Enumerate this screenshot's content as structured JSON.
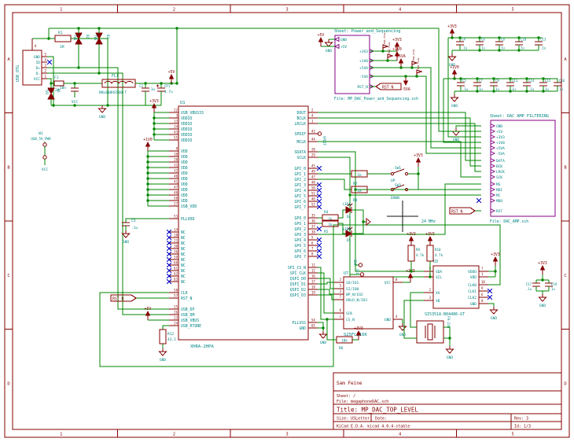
{
  "app": {
    "name": "KiCad eeschema schematic sheet"
  },
  "colors": {
    "wire": "#008400",
    "component": "#840000",
    "pin_name": "#008484",
    "pin_number": "#840000",
    "field": "#008484",
    "sheet": "#840084",
    "label": "#008484",
    "global_label": "#840000",
    "noconnect": "#0000C4",
    "frame": "#840000",
    "background": "#FFFFFF",
    "crosshair": "#101010"
  },
  "frame": {
    "cols": [
      "1",
      "2",
      "3",
      "4",
      "5"
    ],
    "rows": [
      "A",
      "B",
      "C",
      "D"
    ]
  },
  "title_block": {
    "author": "Sam Feine",
    "sheet_line": "Sheet: /",
    "file_line": "File: megaphoneDAC.sch",
    "title_line": "Title: MP_DAC_TOP_LEVEL",
    "size_label": "Size: USLetter",
    "date_label": "Date:",
    "rev_label": "Rev: 3",
    "id_label": "Id: 1/3",
    "tool_label": "KiCad E.D.A.  kicad 4.0.4-stable"
  },
  "power": {
    "p3v3": "+3V3",
    "p1v0": "+1V0",
    "p5v": "+5V",
    "p5va": "+5VA",
    "n5va": "-5VA",
    "vcc": "VCC",
    "gnd": "GND",
    "pwr_flag": "PWR_FLAG"
  },
  "labels": {
    "rst_n": "RST_N",
    "usb_pwr": "USB_5V_PWR",
    "mhz": "24 MHz",
    "spdif": "SPDIF",
    "sda": "SDA",
    "scl": "SCL",
    "up": "UP",
    "down": "DOWN",
    "leda": "LEDA",
    "ledb": "LEDB"
  },
  "usb_conn": {
    "value": "USB_OTG",
    "pins": [
      [
        "5",
        "GND"
      ],
      [
        "4",
        "ID"
      ],
      [
        "3",
        "D+"
      ],
      [
        "2",
        "D-"
      ],
      [
        "1",
        "VCC"
      ]
    ],
    "shield_num": "6"
  },
  "parts": {
    "r1": {
      "ref": "R1",
      "value": "1M"
    },
    "f1": {
      "ref": "F1",
      "value": "2A"
    },
    "fl1": {
      "ref": "FL1",
      "value": "BKL608HS500-T"
    },
    "c1": {
      "ref": "C1",
      "value": "10n"
    },
    "c2": {
      "ref": "C2",
      "value": ".1u"
    },
    "cp1": {
      "ref": "CP1",
      "value": "4.7u"
    },
    "c3": {
      "ref": "C3",
      "value": ".1u"
    },
    "d1": {
      "ref": "D1",
      "value": "TVS"
    },
    "d2": {
      "ref": "D2",
      "value": "TVS"
    },
    "d3": {
      "ref": "D3",
      "value": "TVS"
    },
    "d4": {
      "ref": "D4"
    },
    "d5": {
      "ref": "D5"
    },
    "r4": {
      "ref": "R4",
      "value": "1k"
    },
    "r5": {
      "ref": "R5",
      "value": "1k"
    },
    "r6": {
      "ref": "R6",
      "value": "10k"
    },
    "r7": {
      "ref": "R7",
      "value": "1k"
    },
    "r8": {
      "ref": "R8",
      "value": "1k"
    },
    "r9": {
      "ref": "R9",
      "value": "4.7k"
    },
    "r10": {
      "ref": "R10",
      "value": "4.7k"
    },
    "r12": {
      "ref": "R12",
      "value": "43.2"
    },
    "sw1": {
      "ref": "SW1"
    },
    "sw2": {
      "ref": "SW2"
    },
    "w1": {
      "ref": "W1"
    },
    "y1": {
      "value": "FA-238"
    },
    "c17": {
      "ref": "C17",
      "value": ".1u"
    },
    "c19": {
      "ref": "C19",
      "value": "1u"
    }
  },
  "u1": {
    "ref": "U1",
    "value": "XHRA-2HPA",
    "left": [
      [
        [
          "22",
          "USB_VBUS33"
        ],
        [
          "3",
          "VDDIO"
        ],
        [
          "13",
          "VDDIO"
        ],
        [
          "34",
          "VDDIO"
        ],
        [
          "43",
          "VDDIO"
        ],
        [
          "55",
          "VDDIO"
        ]
      ],
      [
        [
          "9",
          "VDD"
        ],
        [
          "10",
          "VDD"
        ],
        [
          "20",
          "VDD"
        ],
        [
          "31",
          "VDD"
        ],
        [
          "32",
          "VDD"
        ],
        [
          "40",
          "VDD"
        ],
        [
          "41",
          "VDD"
        ],
        [
          "47",
          "VDD"
        ],
        [
          "48",
          "VDD"
        ],
        [
          "50",
          "VDD"
        ],
        [
          "27",
          "USB_VDD"
        ]
      ],
      [
        [
          "53",
          "PLLVDD"
        ]
      ],
      [
        [
          "14",
          "NC",
          "x"
        ],
        [
          "18",
          "NC",
          "x"
        ],
        [
          "21",
          "NC",
          "x"
        ],
        [
          "30",
          "NC",
          "x"
        ],
        [
          "36",
          "NC",
          "x"
        ],
        [
          "59",
          "NC",
          "x"
        ],
        [
          "60",
          "NC",
          "x"
        ],
        [
          "61",
          "NC",
          "x"
        ],
        [
          "62",
          "NC",
          "x"
        ],
        [
          "63",
          "NC",
          "x"
        ]
      ],
      [
        [
          "58",
          "CLK"
        ],
        [
          "57",
          "RST_N"
        ]
      ],
      [
        [
          "25",
          "USB_DP"
        ],
        [
          "26",
          "USB_DM"
        ],
        [
          "23",
          "USB_VBUS"
        ],
        [
          "24",
          "USB_RTUNE"
        ]
      ]
    ],
    "right": [
      [
        [
          "2",
          "DOUT"
        ],
        [
          "4",
          "BCLK"
        ],
        [
          "1",
          "LRCLK"
        ]
      ],
      [
        [
          "42",
          "SPDIF",
          "circle"
        ],
        [
          "44",
          "MCLK"
        ]
      ],
      [
        [
          "28",
          "SDATA"
        ],
        [
          "29",
          "SCLK"
        ]
      ],
      [
        [
          "45",
          "GPI_0",
          "x"
        ],
        [
          "49",
          "GPI_1"
        ],
        [
          "47",
          "GPI_2"
        ],
        [
          "48",
          "GPI_3",
          "x"
        ],
        [
          "50",
          "GPI_4",
          "x"
        ],
        [
          "51",
          "GPI_5",
          "x"
        ],
        [
          "46",
          "GPI_6",
          "x"
        ],
        [
          "52",
          "GPI_7",
          "x"
        ]
      ],
      [
        [
          "35",
          "GPO_0"
        ],
        [
          "36",
          "GPO_1"
        ],
        [
          "37",
          "GPO_2",
          "x"
        ],
        [
          "38",
          "GPO_3"
        ],
        [
          "5",
          "GPO_4",
          "x"
        ],
        [
          "6",
          "GPO_5",
          "x"
        ],
        [
          "7",
          "GPO_6",
          "x"
        ],
        [
          "8",
          "GPO_7",
          "x"
        ]
      ],
      [
        [
          "11",
          "SPI_CS_N"
        ],
        [
          "12",
          "SPI_CLK"
        ],
        [
          "16",
          "QSPI_D0"
        ],
        [
          "17",
          "QSPI_D1"
        ],
        [
          "18",
          "QSPI_D2"
        ],
        [
          "19",
          "QSPI_D3"
        ]
      ],
      [
        [
          "54",
          "PLLVSS"
        ],
        [
          "65",
          "GND"
        ]
      ]
    ]
  },
  "u7": {
    "ref": "U7",
    "value": "S25FL116K",
    "left": [
      [
        "2",
        "SO/IO1"
      ],
      [
        "5",
        "SI/IO0"
      ],
      [
        "3",
        "WP_N/IO2"
      ],
      [
        "7",
        "HOLD_N/IO3"
      ],
      [
        "6",
        "SCK"
      ],
      [
        "1",
        "CS_N"
      ]
    ],
    "right": [
      [
        "8",
        "VCC"
      ],
      [
        "4",
        "GND"
      ]
    ]
  },
  "u3": {
    "ref": "U3",
    "value": "SI5351A-B04486-GT",
    "left": [
      [
        "5",
        "SDA"
      ],
      [
        "4",
        "SCL"
      ],
      [
        "2",
        "XA"
      ],
      [
        "3",
        "XB"
      ]
    ],
    "right": [
      [
        "7",
        "VDDO"
      ],
      [
        "1",
        "VDD"
      ],
      [
        "10",
        "CLK0"
      ],
      [
        "9",
        "CLK1",
        "x"
      ],
      [
        "6",
        "CLK2",
        "x"
      ],
      [
        "8",
        "GND"
      ]
    ]
  },
  "sheets": [
    {
      "name": "Sheet: Power_and_Sequencing",
      "file": "File: MP_DAC_Power_and_Sequencing.sch",
      "inputs": [
        "GND",
        "+5V"
      ],
      "outputs": [
        "+3V3",
        "+1V0",
        "+5VA",
        "-5VA",
        "RST_N"
      ]
    },
    {
      "name": "Sheet: DAC AMP FILTERING",
      "file": "File: DAC_AMP.sch",
      "inputs": [
        "GND",
        "+5V",
        "+3V3",
        "+1V0",
        "+5VA",
        "-5VA",
        "DATA",
        "BCK",
        "LRCK",
        "SCK",
        "MS",
        "MDI",
        "MC",
        "MDO",
        "RST"
      ]
    }
  ],
  "cap_banks": [
    {
      "rail": "+3V3",
      "caps": [
        [
          "C4",
          ".1u"
        ],
        [
          "C6",
          "1u"
        ],
        [
          "C8",
          "1u"
        ],
        [
          "C10",
          "1u"
        ],
        [
          "C13",
          ".1u"
        ]
      ]
    },
    {
      "rail": "+1V0",
      "caps": [
        [
          "C5",
          ".1u"
        ],
        [
          "C7",
          "1u"
        ],
        [
          "C9",
          "1u"
        ],
        [
          "C11",
          "1u"
        ],
        [
          "C14",
          ".1u"
        ],
        [
          "C15",
          "1u"
        ],
        [
          "C16",
          "1u"
        ]
      ]
    }
  ]
}
